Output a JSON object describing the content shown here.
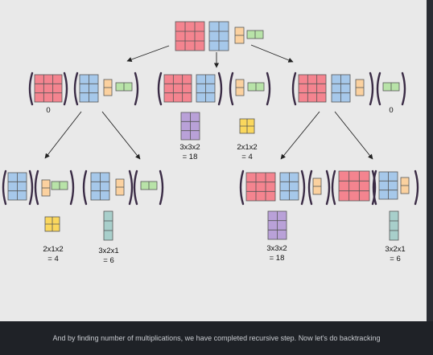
{
  "colors": {
    "red": "#f4848f",
    "blue": "#a6c8ea",
    "orange": "#fbd19f",
    "green": "#b8e3a8",
    "purple": "#b9a1d8",
    "yellow": "#fad75d",
    "teal": "#a8cfcb",
    "paren": "#3a2b45"
  },
  "labels": {
    "zero_left": "0",
    "zero_right": "0",
    "mid_a_line1": "3x3x2",
    "mid_a_line2": "= 18",
    "mid_b_line1": "2x1x2",
    "mid_b_line2": "= 4",
    "ll_a_line1": "2x1x2",
    "ll_a_line2": "= 4",
    "ll_b_line1": "3x2x1",
    "ll_b_line2": "= 6",
    "rr_a_line1": "3x3x2",
    "rr_a_line2": "= 18",
    "rr_b_line1": "3x2x1",
    "rr_b_line2": "= 6"
  },
  "caption": "And by finding number of multiplications, we have completed recursive step. Now let's do backtracking"
}
